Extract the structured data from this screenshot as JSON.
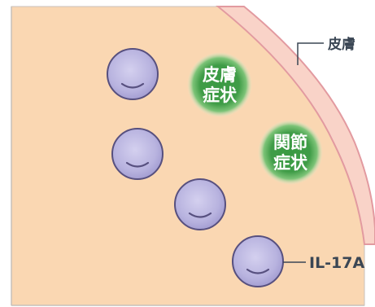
{
  "labels": {
    "skin": "皮膚",
    "cytokine": "IL-17A"
  },
  "badges": [
    {
      "line1": "皮膚",
      "line2": "症状"
    },
    {
      "line1": "関節",
      "line2": "症状"
    }
  ],
  "colors": {
    "tissue": "#fad7b2",
    "skin_layer": "#f9d3c8",
    "skin_edge": "#e29aa0",
    "cell_fill": "#b9b4e0",
    "cell_outline": "#57507f",
    "badge_green": "#3f9c47",
    "badge_glow": "#a9d8a3",
    "label_text": "#3a4654"
  },
  "cells": {
    "count": 4
  }
}
